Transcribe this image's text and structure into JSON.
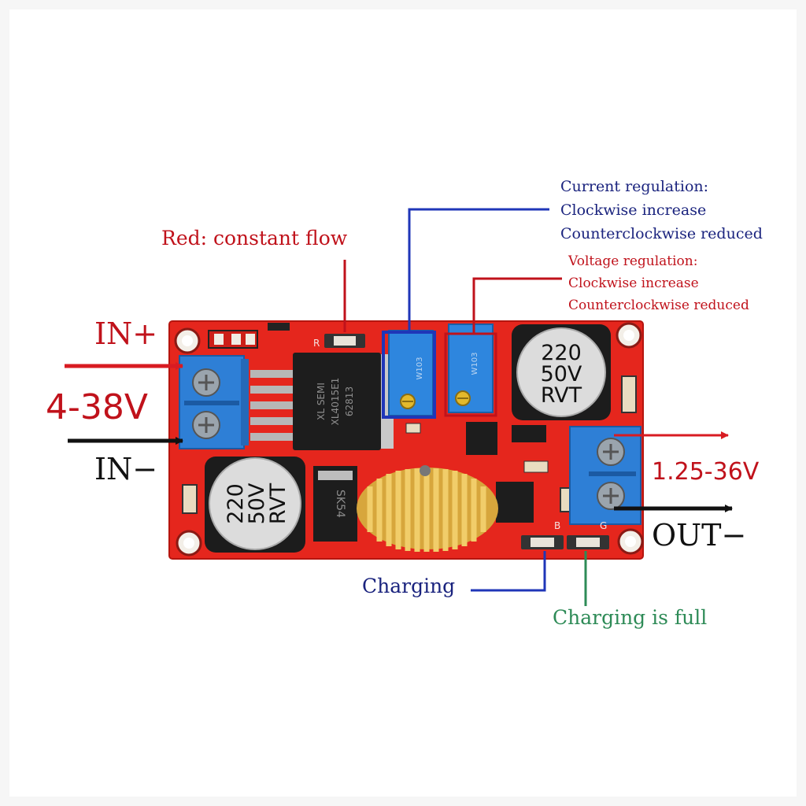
{
  "labels": {
    "in_plus": "IN+",
    "input_voltage": "4-38V",
    "in_minus": "IN−",
    "output_voltage": "1.25-36V",
    "out_minus": "OUT−",
    "red_led": "Red: constant flow",
    "current_regulation": {
      "line1": "Current regulation:",
      "line2": "Clockwise increase",
      "line3": "Counterclockwise reduced"
    },
    "voltage_regulation": {
      "line1": "Voltage regulation:",
      "line2": "Clockwise increase",
      "line3": "Counterclockwise reduced"
    },
    "charging": "Charging",
    "charging_full": "Charging is full"
  },
  "board": {
    "capacitor_left": {
      "line1": "220",
      "line2": "50V",
      "line3": "RVT"
    },
    "capacitor_right": {
      "line1": "220",
      "line2": "50V",
      "line3": "RVT"
    },
    "ic_marking": {
      "line1": "XL SEMI",
      "line2": "XL4015E1",
      "line3": "62813"
    },
    "diode_marking": "SK54",
    "pot_marking": "W103",
    "silk_r": "R",
    "silk_b": "B",
    "silk_g": "G"
  },
  "colors": {
    "pcb": "#e5261d",
    "terminal": "#2e7fd6",
    "red_label": "#c0121b",
    "blue_label": "#1a237e",
    "green_label": "#2e8b57",
    "coil": "#e8b84a"
  }
}
